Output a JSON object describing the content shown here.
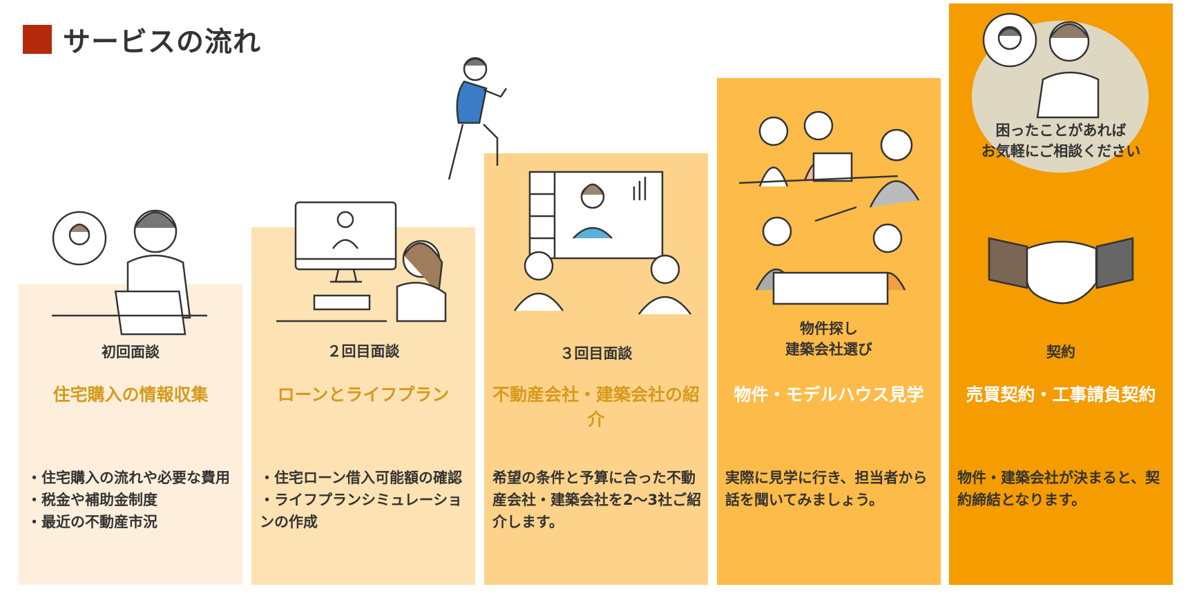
{
  "title": "サービスの流れ",
  "colors": {
    "accent": "#b52a0a",
    "step1": "#feefdc",
    "step2": "#fde2b3",
    "step3": "#fdd38b",
    "step4": "#fdbb49",
    "step5": "#f49c00",
    "heading_gold": "#d69a1c"
  },
  "steps": [
    {
      "label": "初回面談",
      "heading": "住宅購入の情報収集",
      "body": [
        "・住宅購入の流れや必要な費用",
        "・税金や補助金制度",
        "・最近の不動産市況"
      ]
    },
    {
      "label": "２回目面談",
      "heading": "ローンとライフプラン",
      "body": [
        "・住宅ローン借入可能額の確認",
        "・ライフプランシミュレーションの作成"
      ]
    },
    {
      "label": "３回目面談",
      "heading": "不動産会社・建築会社の紹介",
      "body": [
        "希望の条件と予算に合った不動産会社・建築会社を2〜3社ご紹介します。"
      ]
    },
    {
      "label": "物件探し\n建築会社選び",
      "heading": "物件・モデルハウス見学",
      "body": [
        "実際に見学に行き、担当者から話を聞いてみましょう。"
      ]
    },
    {
      "label": "契約",
      "heading": "売買契約・工事請負契約",
      "body": [
        "物件・建築会社が決まると、契約締結となります。"
      ]
    }
  ],
  "consult": "困ったことがあれば\nお気軽にご相談ください"
}
